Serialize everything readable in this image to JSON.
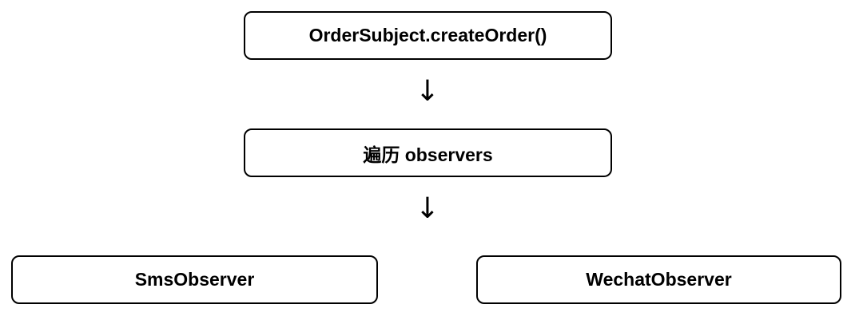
{
  "nodes": {
    "create_order": "OrderSubject.createOrder()",
    "iterate_observers": "遍历 observers",
    "sms_observer": "SmsObserver",
    "wechat_observer": "WechatObserver"
  },
  "arrows": {
    "glyph": "↓"
  },
  "colors": {
    "border": "#000000",
    "text": "#000000",
    "background": "#ffffff"
  }
}
